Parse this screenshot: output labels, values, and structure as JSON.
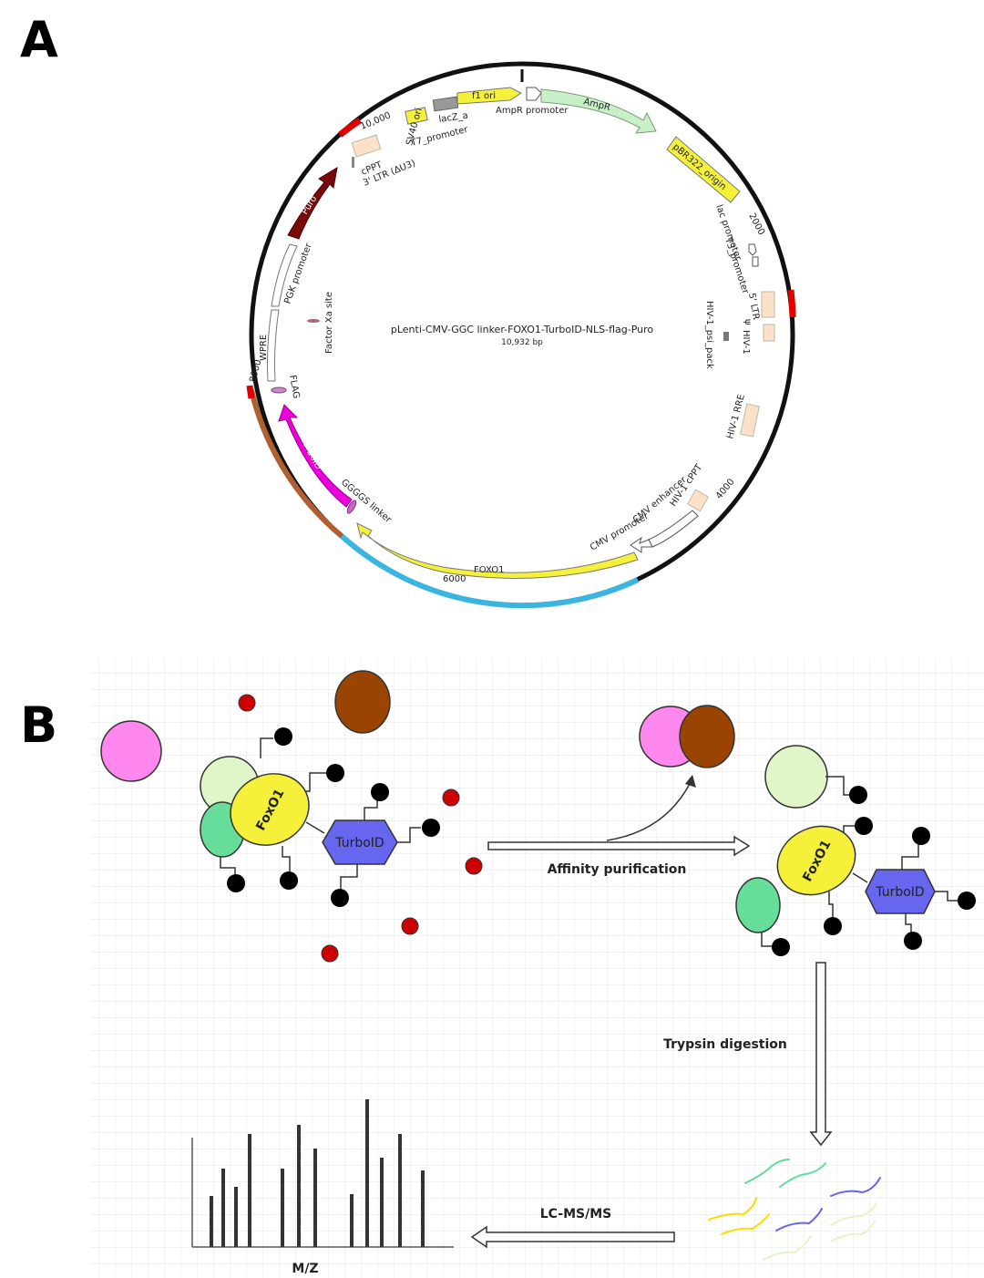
{
  "panels": {
    "a": "A",
    "b": "B"
  },
  "plasmid": {
    "name": "pLenti-CMV-GGC linker-FOXO1-TurboID-NLS-flag-Puro",
    "size": "10,932 bp",
    "ticks": [
      "2000",
      "4000",
      "6000",
      "8000",
      "10,000"
    ],
    "features": {
      "f1_ori": "f1 ori",
      "ampr": "AmpR",
      "ampr_promoter": "AmpR promoter",
      "pbr322": "pBR322_origin",
      "lac_promoter": "lac promoter",
      "t3_promoter": "T3_promoter",
      "ltr5": "5' LTR",
      "psi": "ψ",
      "hiv_label": "HIV-1",
      "psi_pack": "HIV-1_psi_pack",
      "rre": "HIV-1 RRE",
      "hiv_cppt": "HIV-1 cPPT",
      "cmv_enhancer": "CMV enhancer",
      "cmv_promoter": "CMV promoter",
      "foxo1": "FOXO1",
      "gggs": "GGGGS linker",
      "turboid": "TurboID",
      "flag": "FLAG",
      "wpre": "WPRE",
      "pgk": "PGK promoter",
      "puro": "Puro",
      "cppt": "cPPT",
      "ltr3": "3' LTR (ΔU3)",
      "sv40": "SV40 ori",
      "t7": "T7_promoter",
      "lacz": "lacZ_a",
      "factor_xa": "Factor Xa site"
    }
  },
  "workflow": {
    "foxo1": "FoxO1",
    "turboid": "TurboID",
    "affinity": "Affinity purification",
    "trypsin": "Trypsin digestion",
    "lcms": "LC-MS/MS",
    "mz": "M/Z"
  },
  "colors": {
    "yellow": "#f5f03a",
    "magenta": "#ee00dd",
    "maroon": "#7a0a0a",
    "ampr_green": "#c8f0c8",
    "peach": "#fde0c8",
    "cyan": "#3ab4e0",
    "brown_arc": "#b06030",
    "pink": "#ff88ee",
    "brown": "#994400",
    "light_green": "#e0f5c8",
    "teal": "#66dd99",
    "turboid_blue": "#6666ee",
    "red_dot": "#cc0000"
  }
}
